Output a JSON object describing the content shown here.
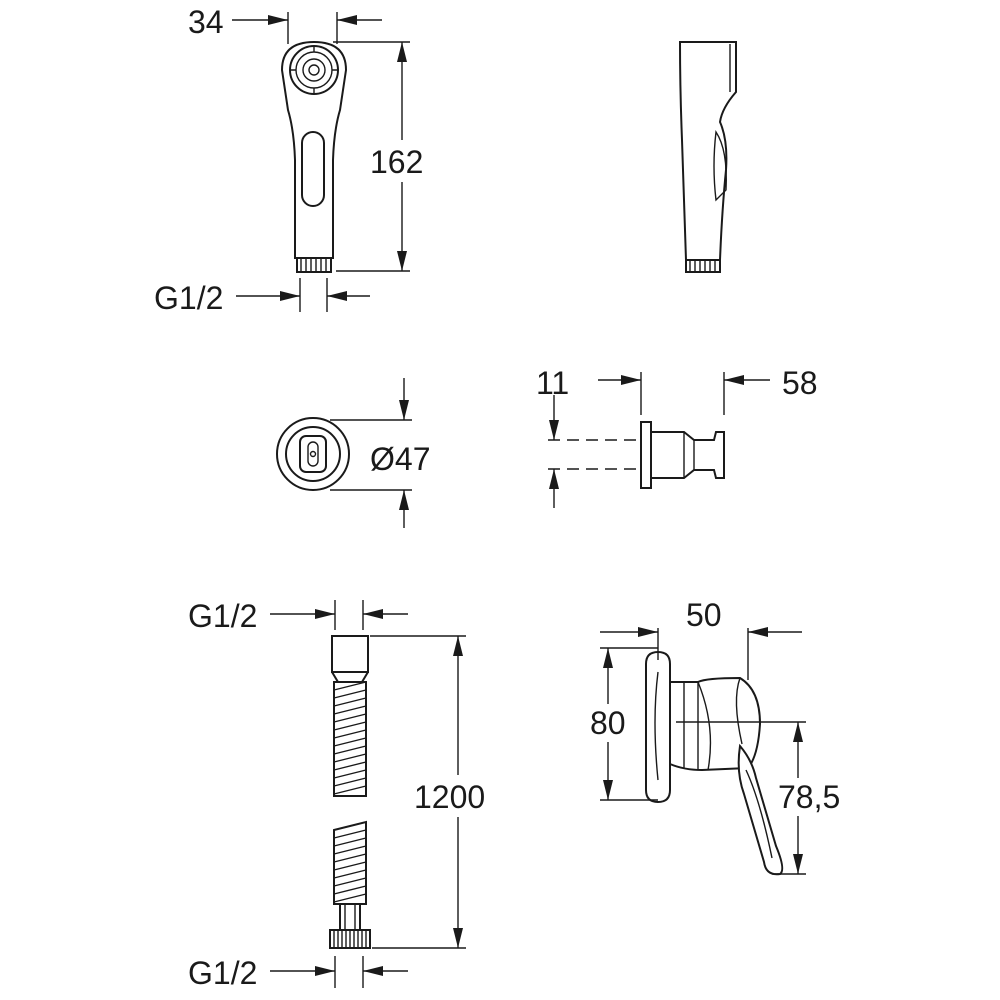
{
  "colors": {
    "line": "#1a1a1a",
    "background": "#ffffff"
  },
  "views": {
    "hand_shower_front": {
      "width": "34",
      "height": "162",
      "thread": "G1/2"
    },
    "hand_shower_side": {},
    "bracket_front": {
      "diameter": "Ø47"
    },
    "bracket_side": {
      "depth": "58",
      "offset": "11"
    },
    "hose": {
      "top_thread": "G1/2",
      "length": "1200",
      "bottom_thread": "G1/2"
    },
    "valve_side": {
      "depth": "50",
      "height": "80",
      "lever": "78,5"
    }
  }
}
